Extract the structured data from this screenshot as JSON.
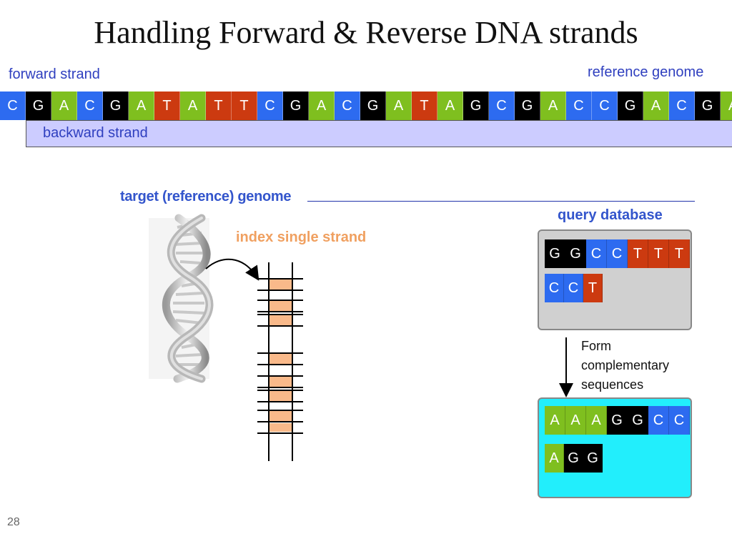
{
  "title": "Handling Forward & Reverse DNA strands",
  "forward_label": "forward strand",
  "reference_label": "reference genome",
  "backward_label": "backward strand",
  "reference_sequence": [
    "C",
    "G",
    "A",
    "C",
    "G",
    "A",
    "T",
    "A",
    "T",
    "T",
    "C",
    "G",
    "A",
    "C",
    "G",
    "A",
    "T",
    "A",
    "G",
    "C",
    "G",
    "A",
    "C",
    "C",
    "G",
    "A",
    "C",
    "G",
    "A"
  ],
  "target_label": "target (reference) genome",
  "index_label": "index single strand",
  "query_label": "query database",
  "query_sequences": [
    [
      "G",
      "G",
      "C",
      "C",
      "T",
      "T",
      "T"
    ],
    [
      "C",
      "C",
      "T"
    ]
  ],
  "form_text": [
    "Form",
    "complementary",
    "sequences"
  ],
  "complementary_sequences": [
    [
      "A",
      "A",
      "A",
      "G",
      "G",
      "C",
      "C"
    ],
    [
      "A",
      "G",
      "G"
    ]
  ],
  "page_number": "28",
  "colors": {
    "C": "#2d6bf0",
    "G": "#000000",
    "A": "#7fbf1f",
    "T": "#cc3a10"
  },
  "icons": {
    "dna": "dna-helix-icon"
  }
}
